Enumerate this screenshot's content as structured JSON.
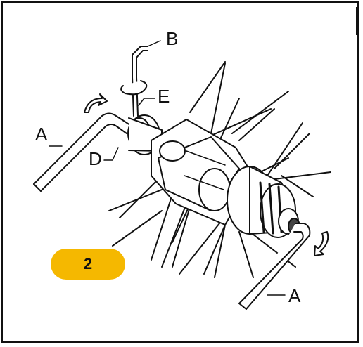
{
  "labels": {
    "A_left": "A",
    "A_right": "A",
    "B": "B",
    "D": "D",
    "E": "E"
  },
  "step": {
    "number": "2",
    "badge_color": "#F5B800"
  },
  "colors": {
    "line": "#111111",
    "fill": "#ffffff",
    "shade": "#444444"
  }
}
